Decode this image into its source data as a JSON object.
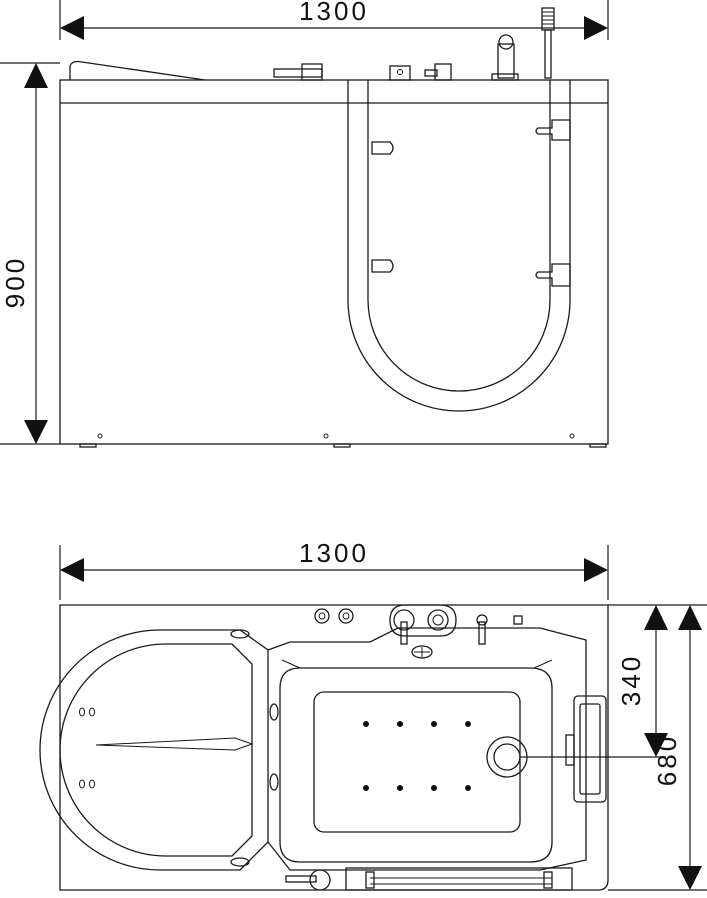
{
  "top_view_side": {
    "width_label": "1300",
    "height_label": "900"
  },
  "plan_view": {
    "width_label": "1300",
    "depth_label": "680",
    "jet_offset_label": "340"
  },
  "colors": {
    "line": "#1a1a1a",
    "background": "#ffffff"
  }
}
